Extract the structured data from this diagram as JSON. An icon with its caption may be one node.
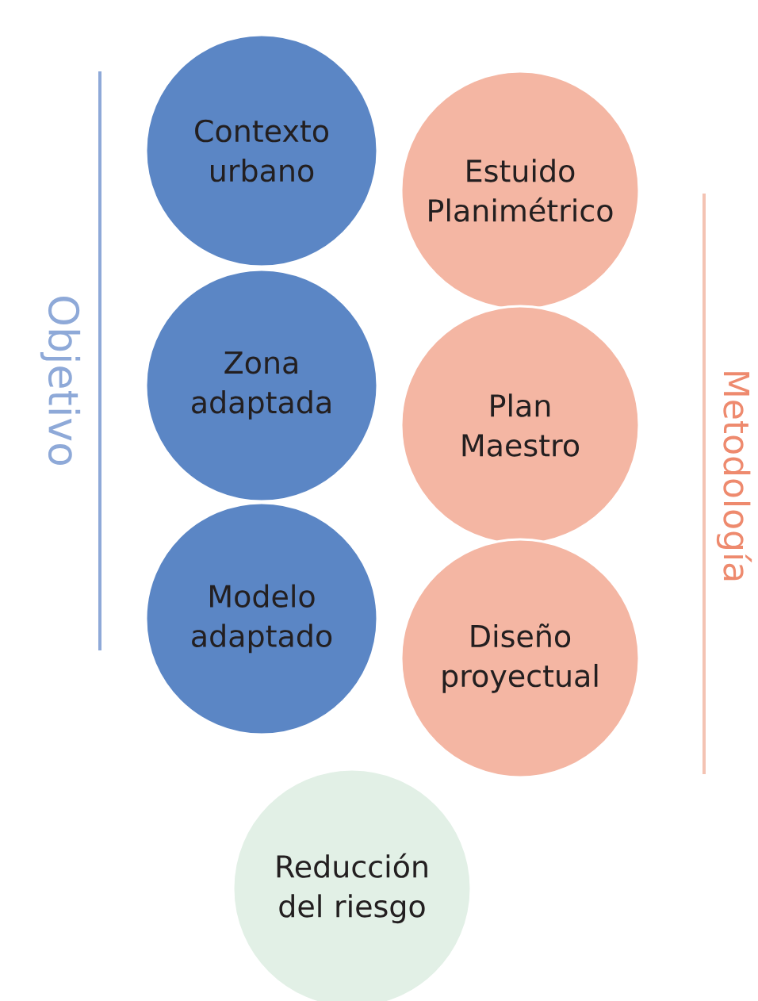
{
  "diagram": {
    "nodes": [
      {
        "text": [
          "Contexto urbano"
        ]
      },
      {
        "text": [
          "Estuido Planimétrico"
        ]
      },
      {
        "text": [
          "Zona adaptada"
        ]
      },
      {
        "text": [
          "Plan Maestro"
        ]
      },
      {
        "text": [
          "Modelo adaptado"
        ]
      },
      {
        "text": [
          "Diseño proyectual"
        ]
      },
      {
        "text": [
          "Reducción del riesgo"
        ]
      }
    ],
    "labels": [
      "Objetivo",
      "Metodología"
    ]
  }
}
